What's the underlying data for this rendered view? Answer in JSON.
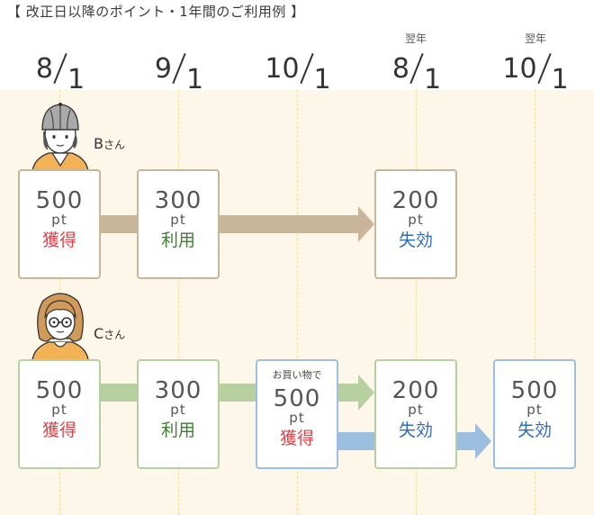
{
  "title": "【 改正日以降のポイント・1年間のご利用例 】",
  "timeline": [
    {
      "month": "8",
      "day": "1",
      "prefix": ""
    },
    {
      "month": "9",
      "day": "1",
      "prefix": ""
    },
    {
      "month": "10",
      "day": "1",
      "prefix": ""
    },
    {
      "month": "8",
      "day": "1",
      "prefix": "翌年"
    },
    {
      "month": "10",
      "day": "1",
      "prefix": "翌年"
    }
  ],
  "persons": [
    {
      "name": "B",
      "suffix": "さん",
      "cards": [
        {
          "amount": "500",
          "unit": "pt",
          "status": "獲得"
        },
        {
          "amount": "300",
          "unit": "pt",
          "status": "利用"
        },
        {
          "amount": "200",
          "unit": "pt",
          "status": "失効"
        }
      ]
    },
    {
      "name": "C",
      "suffix": "さん",
      "cards": [
        {
          "amount": "500",
          "unit": "pt",
          "status": "獲得"
        },
        {
          "amount": "300",
          "unit": "pt",
          "status": "利用"
        },
        {
          "note": "お買い物で",
          "amount": "500",
          "unit": "pt",
          "status": "獲得"
        },
        {
          "amount": "200",
          "unit": "pt",
          "status": "失効"
        },
        {
          "amount": "500",
          "unit": "pt",
          "status": "失効"
        }
      ]
    }
  ],
  "colors": {
    "background_panel": "#fdf7e9",
    "brown": "#c8b59a",
    "green": "#b7d0a0",
    "blue": "#9dbfdf",
    "red_text": "#d8454a",
    "green_text": "#3e7d34",
    "blue_text": "#2f6bbd"
  }
}
